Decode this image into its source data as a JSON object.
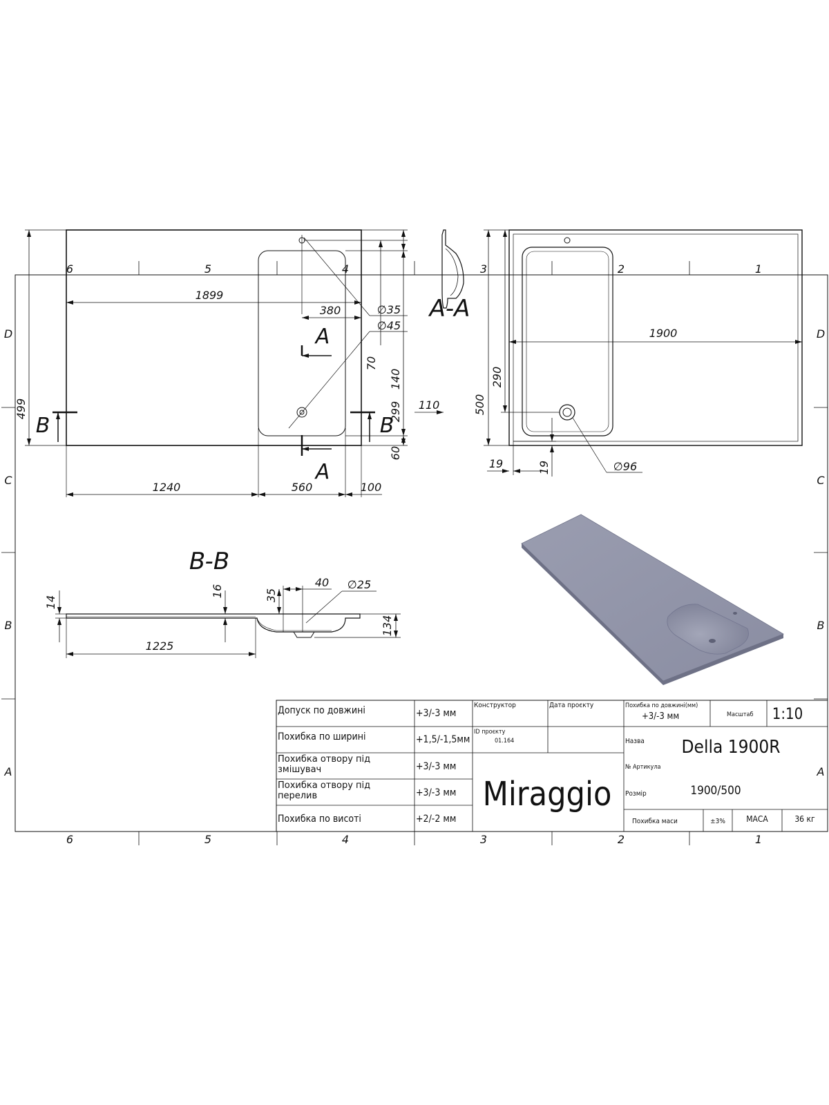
{
  "border": {
    "top_cols": [
      "6",
      "5",
      "4",
      "3",
      "2",
      "1"
    ],
    "bottom_cols": [
      "6",
      "5",
      "4",
      "3",
      "2",
      "1"
    ],
    "left_rows": [
      "D",
      "C",
      "B",
      "A"
    ],
    "right_rows": [
      "D",
      "C",
      "B",
      "A"
    ]
  },
  "top_view": {
    "dim_length": "1899",
    "dim_380": "380",
    "dim_d35": "∅35",
    "dim_d45": "∅45",
    "dim_70": "70",
    "dim_140": "140",
    "dim_299": "299",
    "dim_60": "60",
    "dim_499": "499",
    "dim_1240": "1240",
    "dim_560": "560",
    "dim_100": "100",
    "section_a_top": "A",
    "section_a_bottom": "A",
    "section_b_left": "B",
    "section_b_right": "B"
  },
  "section_aa": {
    "title": "A-A",
    "dim_110": "110"
  },
  "right_view": {
    "dim_1900": "1900",
    "dim_500": "500",
    "dim_290": "290",
    "dim_19a": "19",
    "dim_19b": "19",
    "dim_d96": "∅96"
  },
  "section_bb": {
    "title": "B-B",
    "dim_14": "14",
    "dim_16": "16",
    "dim_35": "35",
    "dim_40": "40",
    "dim_d25": "∅25",
    "dim_134": "134",
    "dim_1225": "1225"
  },
  "title_block": {
    "tolerances": [
      {
        "label": "Допуск по довжині",
        "value": "+3/-3 мм"
      },
      {
        "label": "Похибка по ширині",
        "value": "+1,5/-1,5мм"
      },
      {
        "label": "Похибка отвору під змішувач",
        "value": "+3/-3 мм"
      },
      {
        "label": "Похибка отвору під перелив",
        "value": "+3/-3 мм"
      },
      {
        "label": "Похибка по висоті",
        "value": "+2/-2 мм"
      }
    ],
    "constructor_label": "Конструктор",
    "project_date_label": "Дата проєкту",
    "project_id_label": "ID проєкту",
    "project_id_value": "01.164",
    "brand": "Miraggio",
    "length_error_label": "Похибка по довжині(мм)",
    "length_error_value": "+3/-3 мм",
    "scale_label": "Масштаб",
    "scale_value": "1:10",
    "name_label": "Назва",
    "name_value": "Della 1900R",
    "article_label": "№ Артикула",
    "size_label": "Розмір",
    "size_value": "1900/500",
    "mass_error_label": "Похибка маси",
    "mass_error_value": "±3%",
    "mass_label": "МАСА",
    "mass_value": "36 кг"
  },
  "colors": {
    "render_surface": "#8e91a6",
    "line": "#111111"
  }
}
